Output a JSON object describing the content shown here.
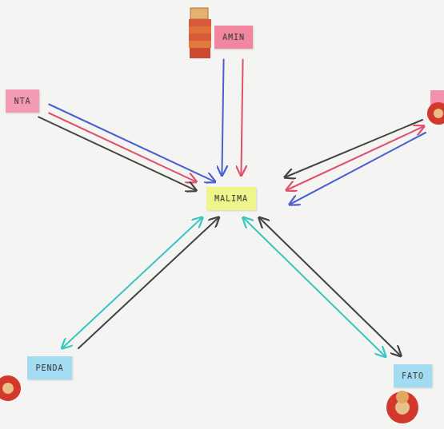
{
  "diagram": {
    "nodes": [
      {
        "text": [
          "AMIN"
        ]
      },
      {
        "text": [
          "NTA"
        ]
      },
      {
        "text": [
          "MALIMA"
        ]
      },
      {
        "text": [
          "PENDA"
        ]
      },
      {
        "text": [
          "FATO"
        ]
      }
    ],
    "edges": [
      {
        "from": 0,
        "to": 2,
        "arrow": "to"
      },
      {
        "from": 0,
        "to": 2,
        "arrow": "to"
      },
      {
        "from": 1,
        "to": 2,
        "arrow": "to"
      },
      {
        "from": 1,
        "to": 2,
        "arrow": "to"
      },
      {
        "from": 1,
        "to": 2,
        "arrow": "to"
      },
      {
        "from": 3,
        "to": 2,
        "arrow": "both"
      },
      {
        "from": 3,
        "to": 2,
        "arrow": "to"
      },
      {
        "from": 4,
        "to": 2,
        "arrow": "both"
      },
      {
        "from": 4,
        "to": 2,
        "arrow": "both"
      }
    ]
  }
}
